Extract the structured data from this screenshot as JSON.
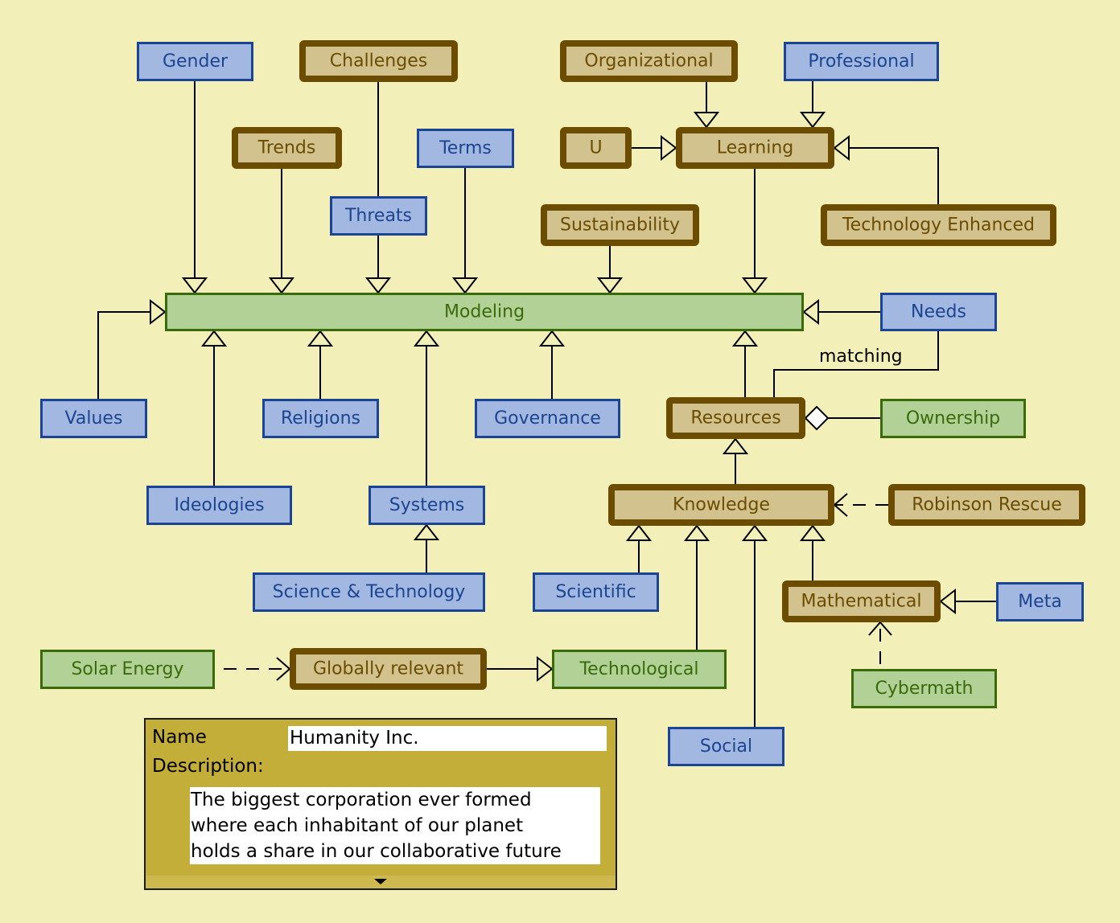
{
  "colors": {
    "background": "#f2f0b8",
    "blue": {
      "fill": "#a3b8e0",
      "stroke": "#1b4592",
      "text": "#1b4592"
    },
    "brown": {
      "fill": "#d1c28e",
      "stroke": "#6b4c00",
      "text": "#6b4c00"
    },
    "green": {
      "fill": "#b2d196",
      "stroke": "#3a6b0a",
      "text": "#3a6b0a"
    }
  },
  "nodes": [
    {
      "id": "gender",
      "label": "Gender",
      "kind": "blue"
    },
    {
      "id": "challenges",
      "label": "Challenges",
      "kind": "brown"
    },
    {
      "id": "organizational",
      "label": "Organizational",
      "kind": "brown"
    },
    {
      "id": "professional",
      "label": "Professional",
      "kind": "blue"
    },
    {
      "id": "trends",
      "label": "Trends",
      "kind": "brown"
    },
    {
      "id": "terms",
      "label": "Terms",
      "kind": "blue"
    },
    {
      "id": "u",
      "label": "U",
      "kind": "brown"
    },
    {
      "id": "learning",
      "label": "Learning",
      "kind": "brown"
    },
    {
      "id": "threats",
      "label": "Threats",
      "kind": "blue"
    },
    {
      "id": "sustainability",
      "label": "Sustainability",
      "kind": "brown"
    },
    {
      "id": "tech-enhanced",
      "label": "Technology Enhanced",
      "kind": "brown"
    },
    {
      "id": "modeling",
      "label": "Modeling",
      "kind": "green"
    },
    {
      "id": "needs",
      "label": "Needs",
      "kind": "blue"
    },
    {
      "id": "values",
      "label": "Values",
      "kind": "blue"
    },
    {
      "id": "religions",
      "label": "Religions",
      "kind": "blue"
    },
    {
      "id": "governance",
      "label": "Governance",
      "kind": "blue"
    },
    {
      "id": "resources",
      "label": "Resources",
      "kind": "brown"
    },
    {
      "id": "ownership",
      "label": "Ownership",
      "kind": "green"
    },
    {
      "id": "ideologies",
      "label": "Ideologies",
      "kind": "blue"
    },
    {
      "id": "systems",
      "label": "Systems",
      "kind": "blue"
    },
    {
      "id": "knowledge",
      "label": "Knowledge",
      "kind": "brown"
    },
    {
      "id": "robinson",
      "label": "Robinson Rescue",
      "kind": "brown"
    },
    {
      "id": "scitech",
      "label": "Science & Technology",
      "kind": "blue"
    },
    {
      "id": "scientific",
      "label": "Scientific",
      "kind": "blue"
    },
    {
      "id": "mathematical",
      "label": "Mathematical",
      "kind": "brown"
    },
    {
      "id": "meta",
      "label": "Meta",
      "kind": "blue"
    },
    {
      "id": "solar",
      "label": "Solar Energy",
      "kind": "green"
    },
    {
      "id": "global",
      "label": "Globally relevant",
      "kind": "brown"
    },
    {
      "id": "technological",
      "label": "Technological",
      "kind": "green"
    },
    {
      "id": "cybermath",
      "label": "Cybermath",
      "kind": "green"
    },
    {
      "id": "social",
      "label": "Social",
      "kind": "blue"
    }
  ],
  "edges": [
    {
      "from": "gender",
      "to": "modeling",
      "type": "generalization"
    },
    {
      "from": "challenges",
      "to": "threats",
      "type": "association"
    },
    {
      "from": "trends",
      "to": "modeling",
      "type": "generalization"
    },
    {
      "from": "threats",
      "to": "modeling",
      "type": "generalization"
    },
    {
      "from": "terms",
      "to": "modeling",
      "type": "generalization"
    },
    {
      "from": "sustainability",
      "to": "modeling",
      "type": "generalization"
    },
    {
      "from": "learning",
      "to": "modeling",
      "type": "generalization"
    },
    {
      "from": "organizational",
      "to": "learning",
      "type": "generalization"
    },
    {
      "from": "professional",
      "to": "learning",
      "type": "generalization"
    },
    {
      "from": "u",
      "to": "learning",
      "type": "generalization"
    },
    {
      "from": "tech-enhanced",
      "to": "learning",
      "type": "generalization"
    },
    {
      "from": "needs",
      "to": "modeling",
      "type": "generalization"
    },
    {
      "from": "values",
      "to": "modeling",
      "type": "generalization"
    },
    {
      "from": "ideologies",
      "to": "modeling",
      "type": "generalization"
    },
    {
      "from": "religions",
      "to": "modeling",
      "type": "generalization"
    },
    {
      "from": "systems",
      "to": "modeling",
      "type": "generalization"
    },
    {
      "from": "governance",
      "to": "modeling",
      "type": "generalization"
    },
    {
      "from": "resources",
      "to": "modeling",
      "type": "generalization"
    },
    {
      "from": "resources",
      "to": "needs",
      "type": "association",
      "label": "matching"
    },
    {
      "from": "ownership",
      "to": "resources",
      "type": "aggregation"
    },
    {
      "from": "knowledge",
      "to": "resources",
      "type": "generalization"
    },
    {
      "from": "robinson",
      "to": "knowledge",
      "type": "dependency"
    },
    {
      "from": "scientific",
      "to": "knowledge",
      "type": "generalization"
    },
    {
      "from": "technological",
      "to": "knowledge",
      "type": "generalization"
    },
    {
      "from": "social",
      "to": "knowledge",
      "type": "generalization"
    },
    {
      "from": "mathematical",
      "to": "knowledge",
      "type": "generalization"
    },
    {
      "from": "meta",
      "to": "mathematical",
      "type": "generalization"
    },
    {
      "from": "cybermath",
      "to": "mathematical",
      "type": "dependency"
    },
    {
      "from": "scitech",
      "to": "systems",
      "type": "generalization"
    },
    {
      "from": "solar",
      "to": "global",
      "type": "dependency"
    },
    {
      "from": "global",
      "to": "technological",
      "type": "generalization"
    }
  ],
  "panel": {
    "name_label": "Name",
    "name_value": "Humanity Inc.",
    "description_label": "Description:",
    "description_value": "The biggest corporation ever formed\nwhere each inhabitant of our planet\nholds a share in our collaborative future"
  }
}
